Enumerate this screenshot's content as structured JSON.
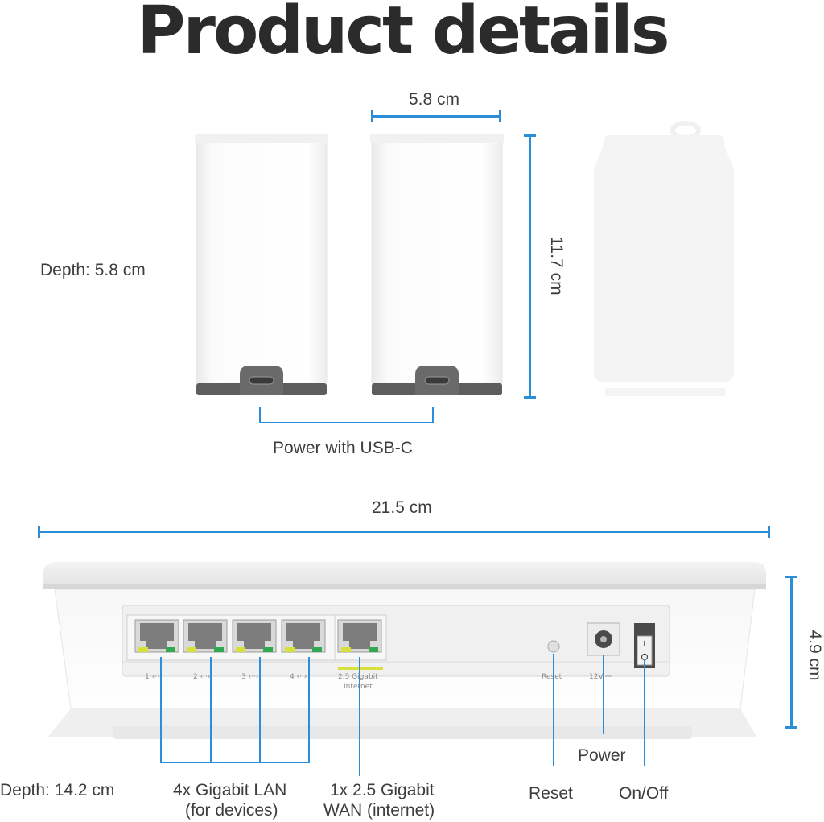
{
  "title": "Product details",
  "top": {
    "width_label": "5.8 cm",
    "height_label": "11.7 cm",
    "depth_label": "Depth: 5.8 cm",
    "power_label": "Power with USB-C"
  },
  "bottom": {
    "width_label": "21.5 cm",
    "height_label": "4.9 cm",
    "depth_label": "Depth: 14.2 cm",
    "lan_label_1": "4x Gigabit LAN",
    "lan_label_2": "(for devices)",
    "wan_label_1": "1x 2.5 Gigabit",
    "wan_label_2": "WAN (internet)",
    "reset_label": "Reset",
    "power_label": "Power",
    "onoff_label": "On/Off"
  },
  "router_panel": {
    "ports": [
      "1 ‹··›",
      "2 ‹··›",
      "3 ‹··›",
      "4 ‹··›"
    ],
    "wan_port_line1": "2.5 Gigabit",
    "wan_port_line2": "Internet",
    "reset_text": "Reset",
    "power_text": "12V ⎓"
  },
  "colors": {
    "accent_blue": "#2a8fd8",
    "led_yellow": "#d8e03a",
    "led_green": "#2fa84f"
  }
}
